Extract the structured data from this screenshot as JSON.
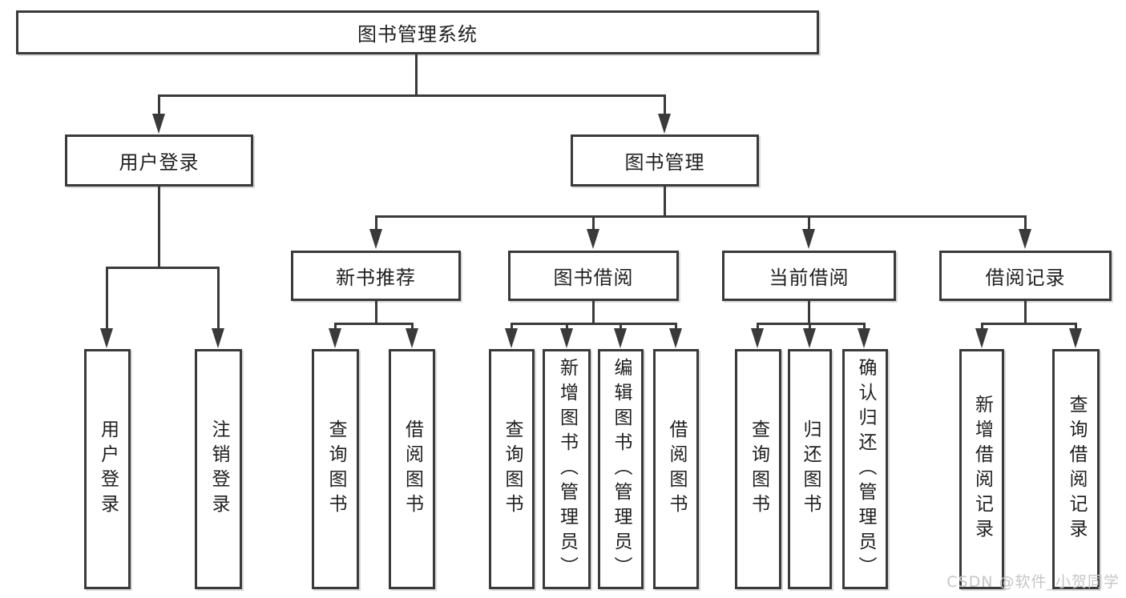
{
  "diagram": {
    "root": {
      "label": "图书管理系统"
    },
    "level2": [
      {
        "label": "用户登录"
      },
      {
        "label": "图书管理"
      }
    ],
    "level3": [
      {
        "label": "新书推荐"
      },
      {
        "label": "图书借阅"
      },
      {
        "label": "当前借阅"
      },
      {
        "label": "借阅记录"
      }
    ],
    "leaves": {
      "user_login": [
        "用户登录",
        "注销登录"
      ],
      "new_book": [
        "查询图书",
        "借阅图书"
      ],
      "book_borrow": [
        "查询图书",
        "新增图书（管理员）",
        "编辑图书（管理员）",
        "借阅图书"
      ],
      "current_borrow": [
        "查询图书",
        "归还图书",
        "确认归还（管理员）"
      ],
      "borrow_records": [
        "新增借阅记录",
        "查询借阅记录"
      ]
    },
    "colors": {
      "line": "#3a3a3a",
      "text": "#1f1f1f",
      "background": "#ffffff",
      "watermark": "#c6c6c6"
    }
  },
  "watermark": {
    "text": "CSDN @软件_小贺同学"
  }
}
